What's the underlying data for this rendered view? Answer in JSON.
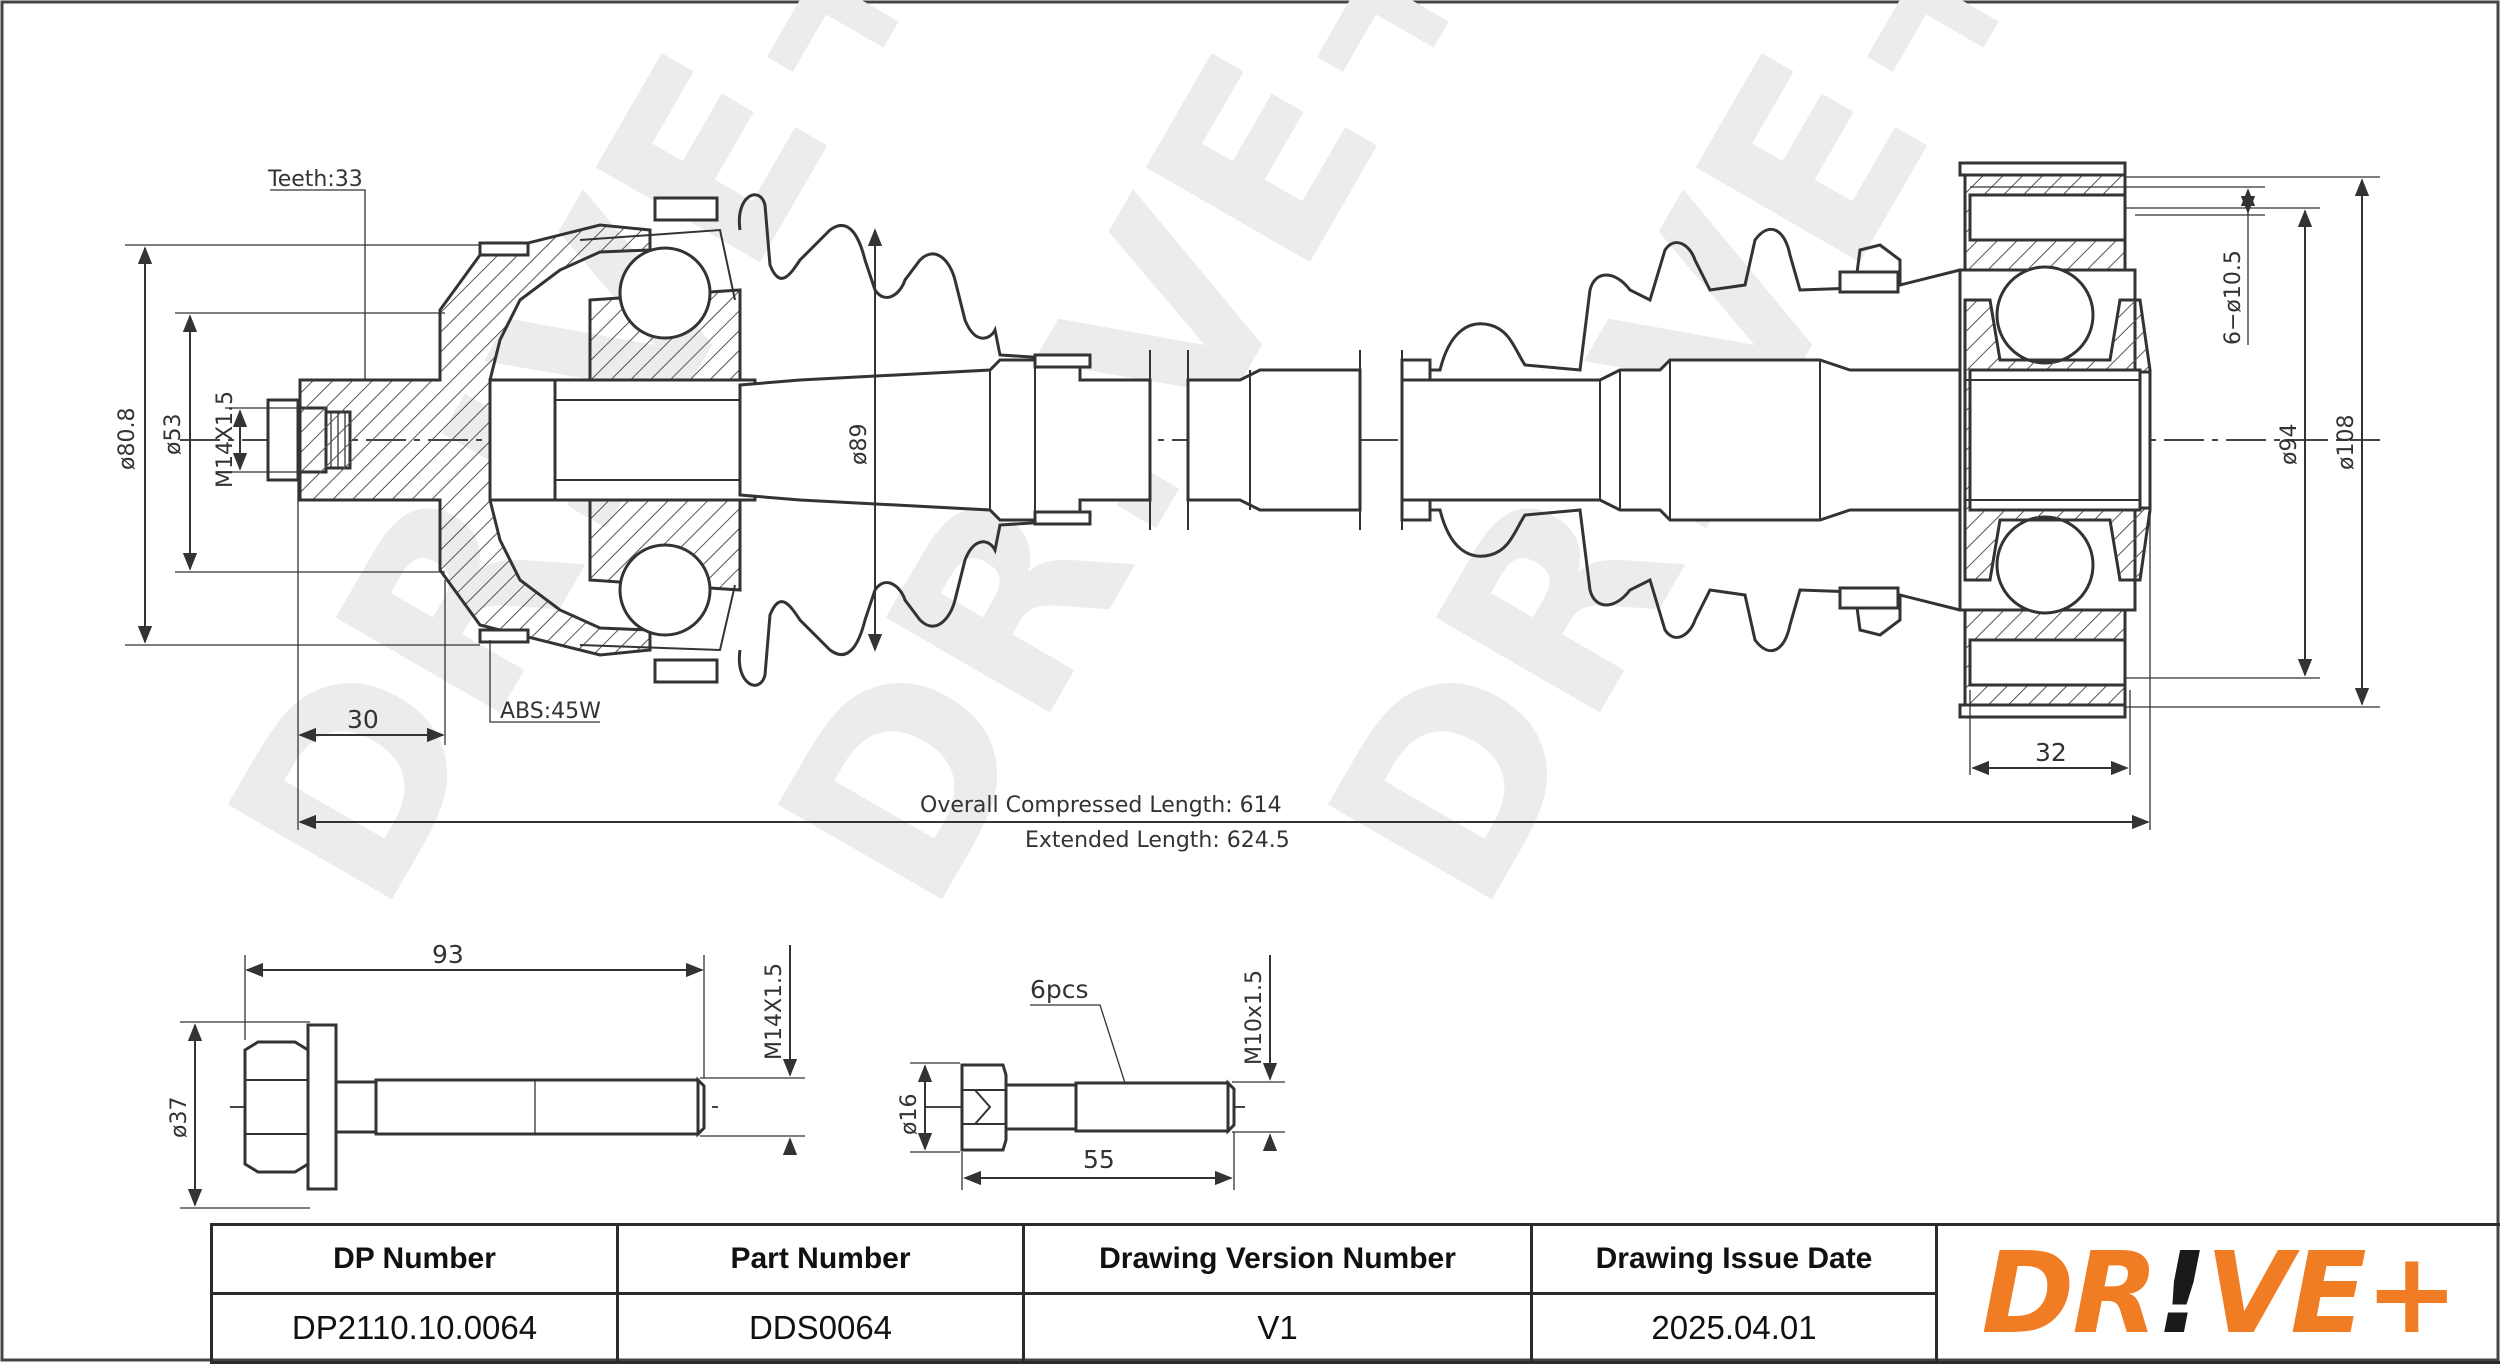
{
  "drawing": {
    "watermark": "DR!VE+",
    "labels": {
      "teeth": "Teeth:33",
      "abs": "ABS:45W",
      "dia_80_8": "ø80.8",
      "dia_53": "ø53",
      "thread_m14": "M14X1.5",
      "dia_89": "ø89",
      "dim_30": "30",
      "holes": "6−ø10.5",
      "dia_94": "ø94",
      "dia_108": "ø108",
      "dim_32": "32",
      "overall_length": "Overall Compressed Length: 614",
      "extended_length": "Extended Length: 624.5"
    },
    "bolt_large": {
      "length": "93",
      "diameter": "ø37",
      "thread": "M14X1.5"
    },
    "bolt_small": {
      "quantity": "6pcs",
      "diameter": "ø16",
      "thread": "M10x1.5",
      "length": "55"
    }
  },
  "title_block": {
    "headers": [
      "DP Number",
      "Part Number",
      "Drawing Version Number",
      "Drawing Issue Date"
    ],
    "values": [
      "DP2110.10.0064",
      "DDS0064",
      "V1",
      "2025.04.01"
    ],
    "logo": {
      "text_a": "DR",
      "mark": "!",
      "text_b": "VE+",
      "color": "#f07d24",
      "dark": "#1a1a1a"
    }
  }
}
